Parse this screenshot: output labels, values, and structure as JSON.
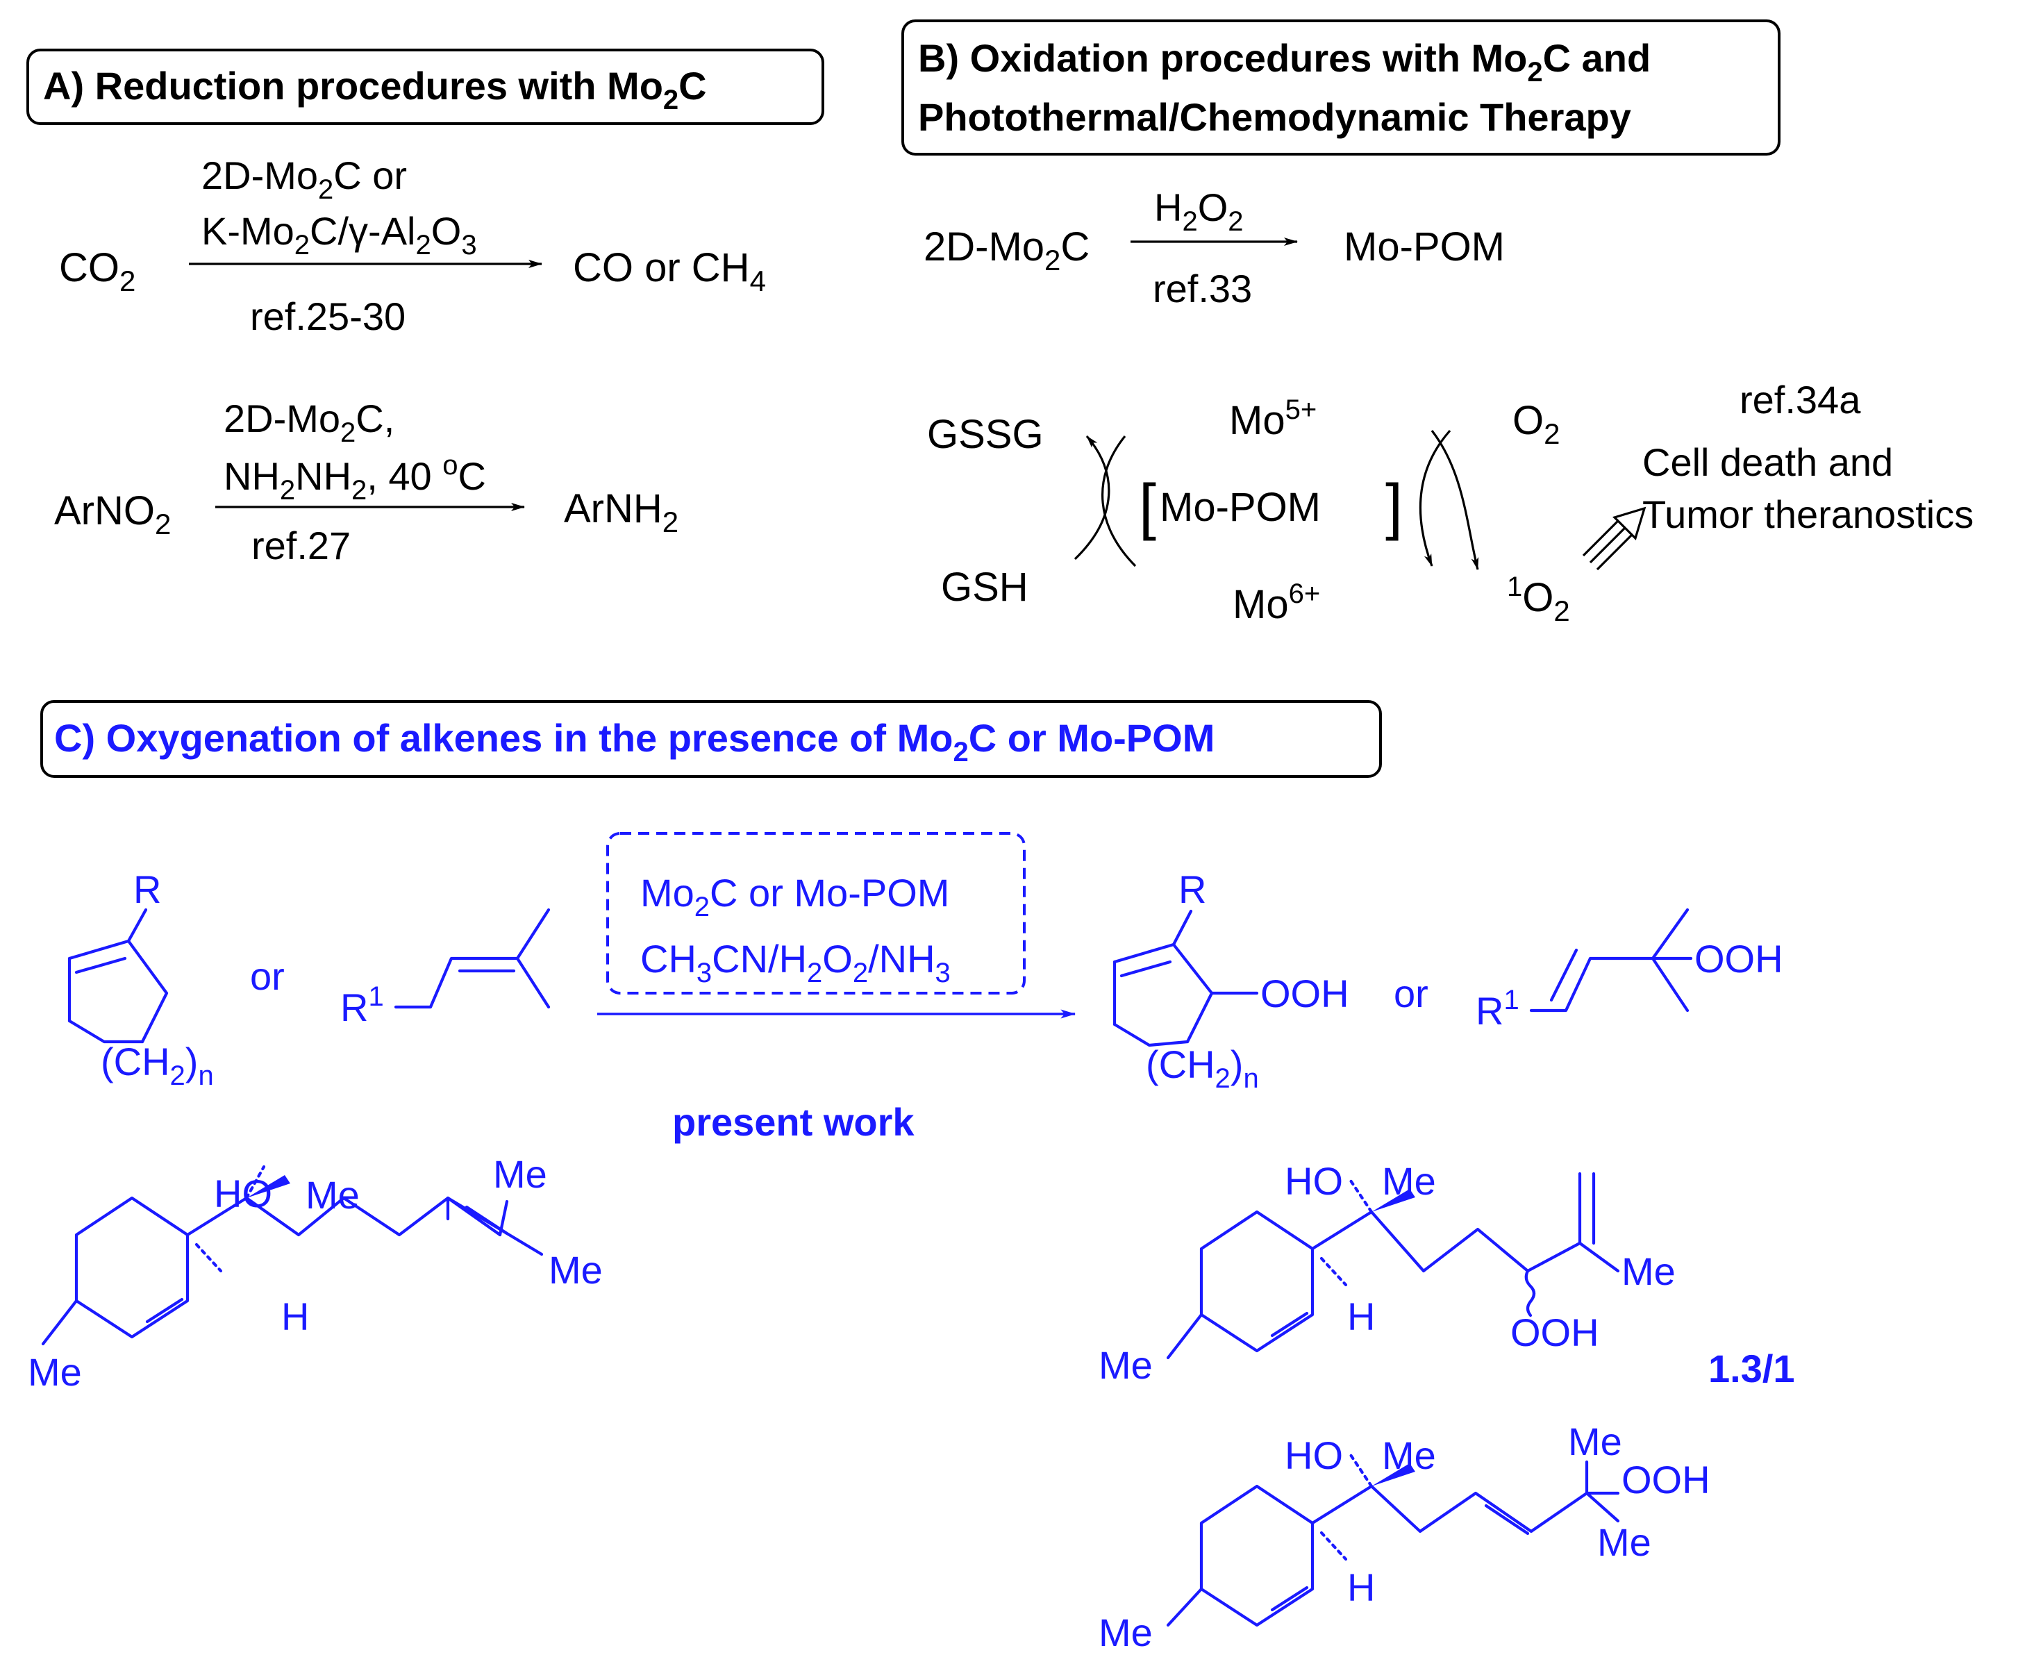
{
  "colors": {
    "black": "#000000",
    "blue": "#1a1aff"
  },
  "panel_a": {
    "title": "A) Reduction procedures with Mo2C",
    "title_pre": "A) Reduction procedures with Mo",
    "title_sub": "2",
    "title_post": "C",
    "r1": {
      "reactant": "CO",
      "reactant_sub": "2",
      "cond1_pre": "2D-Mo",
      "cond1_sub": "2",
      "cond1_post": "C or",
      "cond2_pre": "K-Mo",
      "cond2_sub1": "2",
      "cond2_mid": "C/γ-Al",
      "cond2_sub2": "2",
      "cond2_mid2": "O",
      "cond2_sub3": "3",
      "ref": "ref.25-30",
      "product_pre": "CO or CH",
      "product_sub": "4"
    },
    "r2": {
      "reactant_pre": "ArNO",
      "reactant_sub": "2",
      "cond1_pre": "2D-Mo",
      "cond1_sub": "2",
      "cond1_post": "C,",
      "cond2_a": "NH",
      "cond2_s1": "2",
      "cond2_b": "NH",
      "cond2_s2": "2",
      "cond2_c": ", 40 ",
      "cond2_sup": "o",
      "cond2_d": "C",
      "ref": "ref.27",
      "product_pre": "ArNH",
      "product_sub": "2"
    }
  },
  "panel_b": {
    "title_line1_pre": "B) Oxidation procedures with Mo",
    "title_line1_sub": "2",
    "title_line1_post": "C and",
    "title_line2": "Photothermal/Chemodynamic Therapy",
    "r1": {
      "reactant_pre": "2D-Mo",
      "reactant_sub": "2",
      "reactant_post": "C",
      "reagent_a": "H",
      "reagent_s1": "2",
      "reagent_b": "O",
      "reagent_s2": "2",
      "ref": "ref.33",
      "product": "Mo-POM"
    },
    "cycle": {
      "gssg": "GSSG",
      "gsh": "GSH",
      "mo5": "Mo",
      "mo5_sup": "5+",
      "mo6": "Mo",
      "mo6_sup": "6+",
      "center": "Mo-POM",
      "o2": "O",
      "o2_sub": "2",
      "singlet_sup": "1",
      "singlet": "O",
      "singlet_sub": "2",
      "ref": "ref.34a",
      "outcome_line1": "Cell death and",
      "outcome_line2": "Tumor theranostics"
    }
  },
  "panel_c": {
    "title_pre": "C) Oxygenation of alkenes in the presence of Mo",
    "title_sub": "2",
    "title_post": "C or Mo-POM",
    "conditions_line1_pre": "Mo",
    "conditions_line1_sub": "2",
    "conditions_line1_post": "C or Mo-POM",
    "conditions_line2": {
      "a": "CH",
      "s1": "3",
      "b": "CN/H",
      "s2": "2",
      "c": "O",
      "s3": "2",
      "d": "/NH",
      "s4": "3"
    },
    "present_work": "present work",
    "or_label": "or",
    "R": "R",
    "R1": "R",
    "R1_sup": "1",
    "ch2n_pre": "(CH",
    "ch2n_sub": "2",
    "ch2n_post": ")",
    "ch2n_n": "n",
    "OOH": "OOH",
    "HO": "HO",
    "Me": "Me",
    "H": "H",
    "ratio": "1.3/1"
  }
}
